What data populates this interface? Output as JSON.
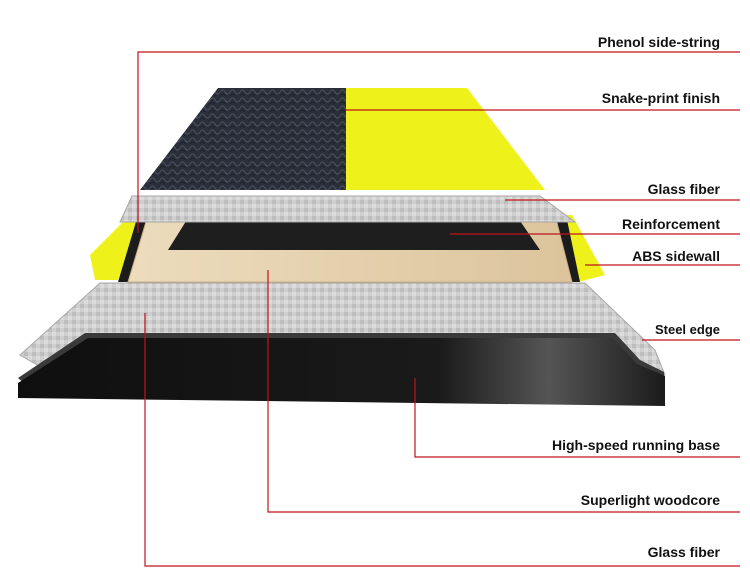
{
  "diagram": {
    "labels": {
      "phenol": "Phenol side-string",
      "snake": "Snake-print finish",
      "glass_top": "Glass fiber",
      "reinforcement": "Reinforcement",
      "abs": "ABS sidewall",
      "steel": "Steel edge",
      "base": "High-speed running base",
      "woodcore": "Superlight woodcore",
      "glass_bottom": "Glass fiber"
    },
    "colors": {
      "topsheet_dark": "#2a2f3a",
      "topsheet_yellow": "#eef21a",
      "glass": "#cfcfcf",
      "woodcore": "#e6d2b0",
      "reinforcement": "#1e1e1e",
      "base": "#111111",
      "steel": "#3a3a3a",
      "leader_line": "#c0141c"
    }
  }
}
